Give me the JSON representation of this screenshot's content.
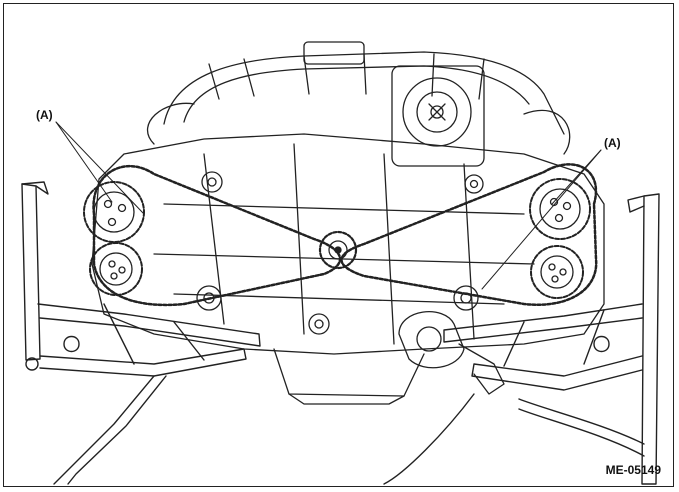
{
  "callouts": {
    "left": "(A)",
    "right": "(A)"
  },
  "figure_code": "ME-05149",
  "colors": {
    "line": "#222222",
    "background": "#ffffff"
  }
}
